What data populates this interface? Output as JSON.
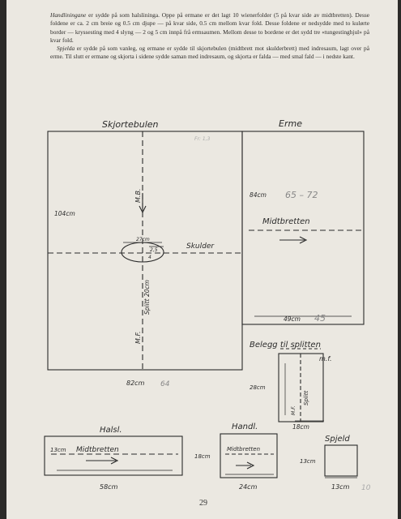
{
  "text": {
    "p1_lead": "Handliningane",
    "p1_body": " er sydde på som halslininga. Oppe på ermane er det lagt 10 wienerfolder (5 på kvar side av midtbretten). Desse foldene er ca. 2 cm breie og 0.5 cm djupe — på kvar side, 0.5 cm mellom kvar fold. Desse foldene er nedsydde med to kulørte border — kryssesting med 4 slyng — 2 og 5 cm innpå frå ermsaumen. Mellom desse to bordene er det sydd tre «tungestinghjul» på kvar fold.",
    "p2_lead": "Spjelda",
    "p2_body": " er sydde på som vanleg, og ermane er sydde til skjortebulen (midtbrett mot skulderbrett) med indresaum, lagt over på erme. Til slutt er ermane og skjorta i sidene sydde saman med indresaum, og skjorta er falda — med smal fald — i nedste kant."
  },
  "pattern": {
    "shirt_body": {
      "title": "Skjortebulen",
      "height": "104cm",
      "width": "82cm",
      "width_note": "64",
      "note_top": "Fr: 1,3",
      "mb_label": "M.B.",
      "mf_label": "M.F.",
      "shoulder_label": "Skulder",
      "slit_label": "Splitt 20cm",
      "neck_width": "27cm",
      "neck_right": "2,5",
      "neck_depth": "4"
    },
    "sleeve": {
      "title": "Erme",
      "height": "84cm",
      "height_note": "65 – 72",
      "fold_label": "Midtbretten",
      "width": "49cm",
      "width_note": "45"
    },
    "slit_facing": {
      "title": "Belegg til splitten",
      "mf": "m.f.",
      "height": "28cm",
      "width": "18cm",
      "inner_label": "Splitt",
      "mf_inner": "M.F."
    },
    "collar": {
      "title": "Halsl.",
      "height": "13cm",
      "fold_label": "Midtbretten",
      "width": "58cm"
    },
    "cuff": {
      "title": "Handl.",
      "height": "18cm",
      "fold_label": "Midtbretten",
      "width": "24cm"
    },
    "gusset": {
      "title": "Spjeld",
      "height": "13cm",
      "width": "13cm",
      "width_note": "10"
    }
  },
  "page_number": "29"
}
